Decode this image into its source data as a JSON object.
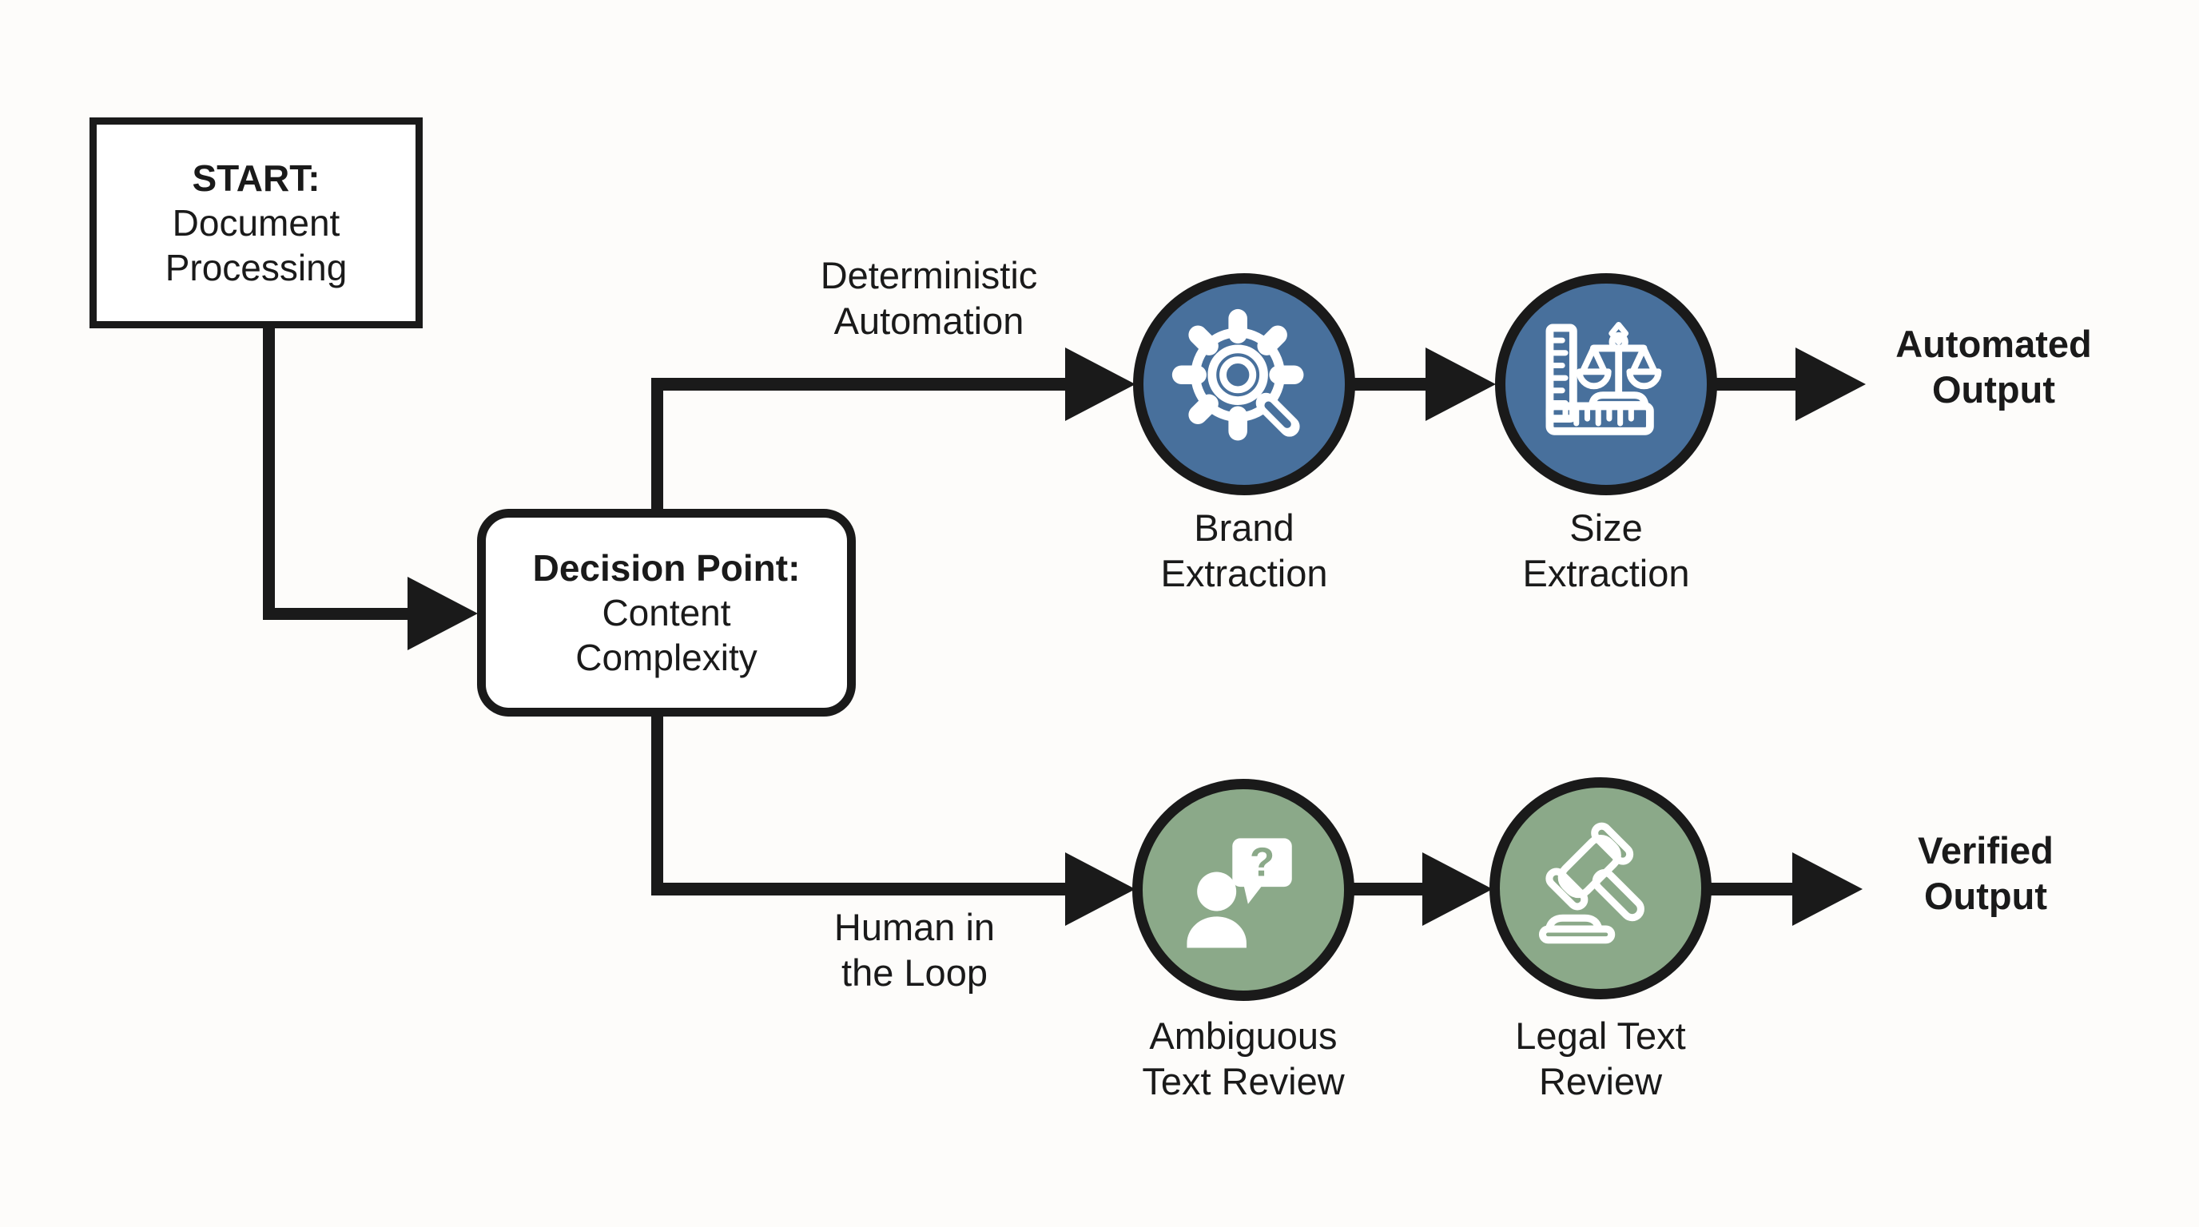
{
  "colors": {
    "bg": "#fdfcfa",
    "ink": "#1a1a1a",
    "node-blue": "#48709C",
    "node-green": "#8BA989",
    "icon-stroke": "#ffffff",
    "box-bg": "#ffffff"
  },
  "nodes": {
    "start": {
      "title": "START:",
      "line1": "Document",
      "line2": "Processing"
    },
    "decision": {
      "title": "Decision Point:",
      "line1": "Content",
      "line2": "Complexity"
    }
  },
  "top_branch": {
    "route_label": {
      "line1": "Deterministic",
      "line2": "Automation"
    },
    "step1": {
      "line1": "Brand",
      "line2": "Extraction"
    },
    "step2": {
      "line1": "Size",
      "line2": "Extraction"
    },
    "output": {
      "line1": "Automated",
      "line2": "Output"
    }
  },
  "bottom_branch": {
    "route_label": {
      "line1": "Human in",
      "line2": "the Loop"
    },
    "step1": {
      "line1": "Ambiguous",
      "line2": "Text Review"
    },
    "step2": {
      "line1": "Legal Text",
      "line2": "Review"
    },
    "output": {
      "line1": "Verified",
      "line2": "Output"
    }
  },
  "icons": {
    "question_mark": "?"
  }
}
